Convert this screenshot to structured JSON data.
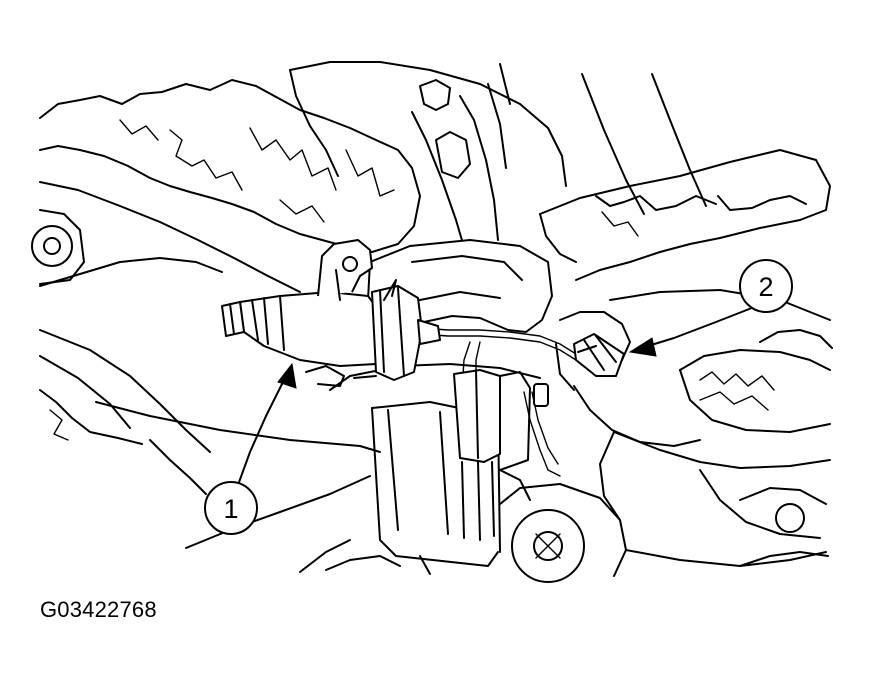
{
  "figure": {
    "callouts": [
      {
        "label": "1",
        "name": "callout-1"
      },
      {
        "label": "2",
        "name": "callout-2"
      }
    ],
    "figure_id": "G03422768"
  }
}
